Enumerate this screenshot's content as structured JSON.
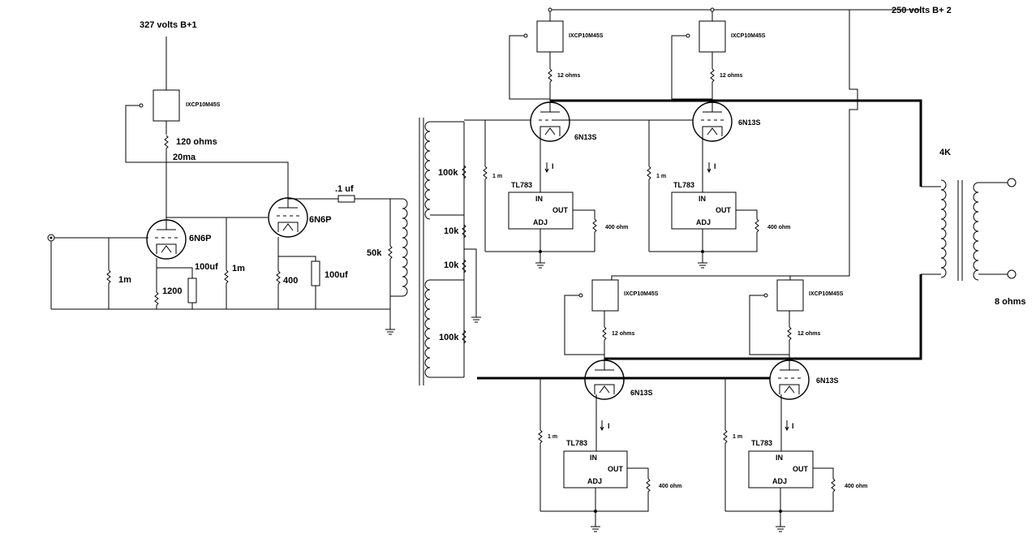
{
  "supplies": {
    "b1": "327 volts B+1",
    "b2": "250 volts B+ 2"
  },
  "driver": {
    "regulator": "IXCP10M45S",
    "feed_resistor": "120 ohms",
    "current": "20ma",
    "input_grid_resistor": "1m",
    "tube1": "6N6P",
    "cathode_resistor1": "1200",
    "cathode_cap1": "100uf",
    "grid_resistor2": "1m",
    "tube2": "6N6P",
    "cathode_resistor2": "400",
    "cathode_cap2": "100uf",
    "coupling_cap": ".1 uf",
    "load_resistor": "50k"
  },
  "phase_splitter": {
    "r_top": "100k",
    "r_mid1": "10k",
    "r_mid2": "10k",
    "r_bottom": "100k"
  },
  "output_stage": {
    "reg_label": "IXCP10M45S",
    "screen_resistor": "12 ohms",
    "tube": "6N13S",
    "grid_resistor": "1 m",
    "current_label": "I",
    "cc_chip": "TL783",
    "pin_in": "IN",
    "pin_out": "OUT",
    "pin_adj": "ADJ",
    "set_resistor": "400 ohm"
  },
  "transformer": {
    "primary_impedance": "4K",
    "secondary_impedance": "8 ohms"
  }
}
